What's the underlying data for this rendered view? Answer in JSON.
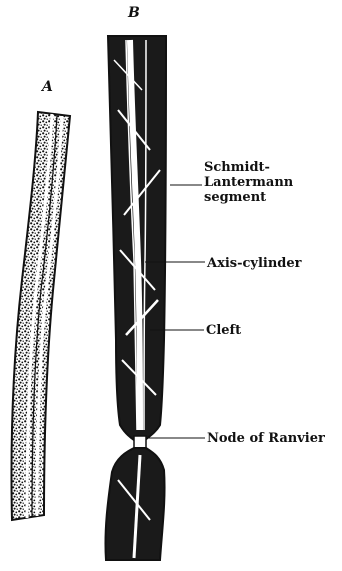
{
  "panels": {
    "a_label": "A",
    "b_label": "B"
  },
  "labels": {
    "schmidt_line1": "Schmidt-",
    "schmidt_line2": "Lantermann",
    "schmidt_line3": "segment",
    "axis_cylinder": "Axis-cylinder",
    "cleft": "Cleft",
    "node": "Node of Ranvier"
  },
  "colors": {
    "ink": "#111111",
    "paper": "#ffffff"
  }
}
